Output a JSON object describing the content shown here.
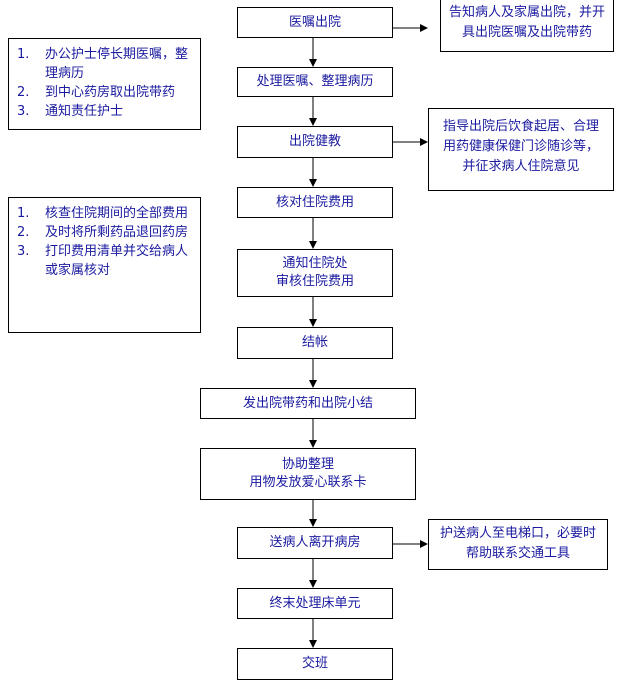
{
  "steps": [
    "医嘱出院",
    "处理医嘱、整理病历",
    "出院健教",
    "核对住院费用",
    "通知住院处\n审核住院费用",
    "结帐",
    "发出院带药和出院小结",
    "协助整理\n用物发放爱心联系卡",
    "送病人离开病房",
    "终末处理床单元",
    "交班"
  ],
  "notes": {
    "discharge_order": "告知病人及家属出院，并开具出院医嘱及出院带药",
    "health_education": "指导出院后饮食起居、合理用药健康保健门诊随诊等，并征求病人住院意见",
    "escort": "护送病人至电梯口，必要时帮助联系交通工具"
  },
  "lists": {
    "order_tasks": [
      {
        "num": "1.",
        "text": "办公护士停长期医嘱，整理病历"
      },
      {
        "num": "2.",
        "text": "到中心药房取出院带药"
      },
      {
        "num": "3.",
        "text": "通知责任护士"
      }
    ],
    "billing_tasks": [
      {
        "num": "1.",
        "text": "核查住院期间的全部费用"
      },
      {
        "num": "2.",
        "text": "及时将所剩药品退回药房"
      },
      {
        "num": "3.",
        "text": "打印费用清单并交给病人或家属核对"
      }
    ]
  }
}
